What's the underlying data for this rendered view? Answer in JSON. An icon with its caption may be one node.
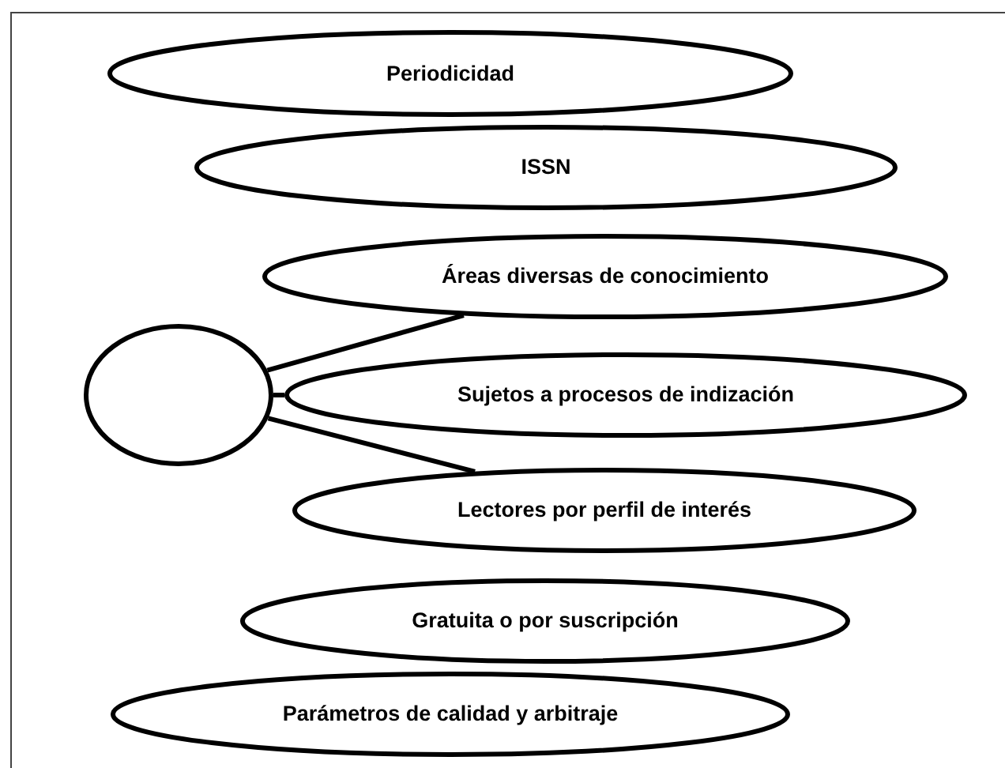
{
  "diagram": {
    "nodes": [
      {
        "text": [
          "Periodicidad"
        ]
      },
      {
        "text": [
          "ISSN"
        ]
      },
      {
        "text": [
          "Áreas diversas de conocimiento"
        ]
      },
      {
        "text": [],
        "shape": "circle"
      },
      {
        "text": [
          "Sujetos a procesos de indización"
        ]
      },
      {
        "text": [
          "Lectores por perfil de interés"
        ]
      },
      {
        "text": [
          "Gratuita o por suscripción"
        ]
      },
      {
        "text": [
          "Parámetros de calidad y arbitraje"
        ]
      }
    ],
    "edges": [
      {
        "from": 3,
        "to": 2,
        "arrow": "none"
      },
      {
        "from": 3,
        "to": 4,
        "arrow": "none"
      },
      {
        "from": 3,
        "to": 5,
        "arrow": "none"
      }
    ]
  }
}
